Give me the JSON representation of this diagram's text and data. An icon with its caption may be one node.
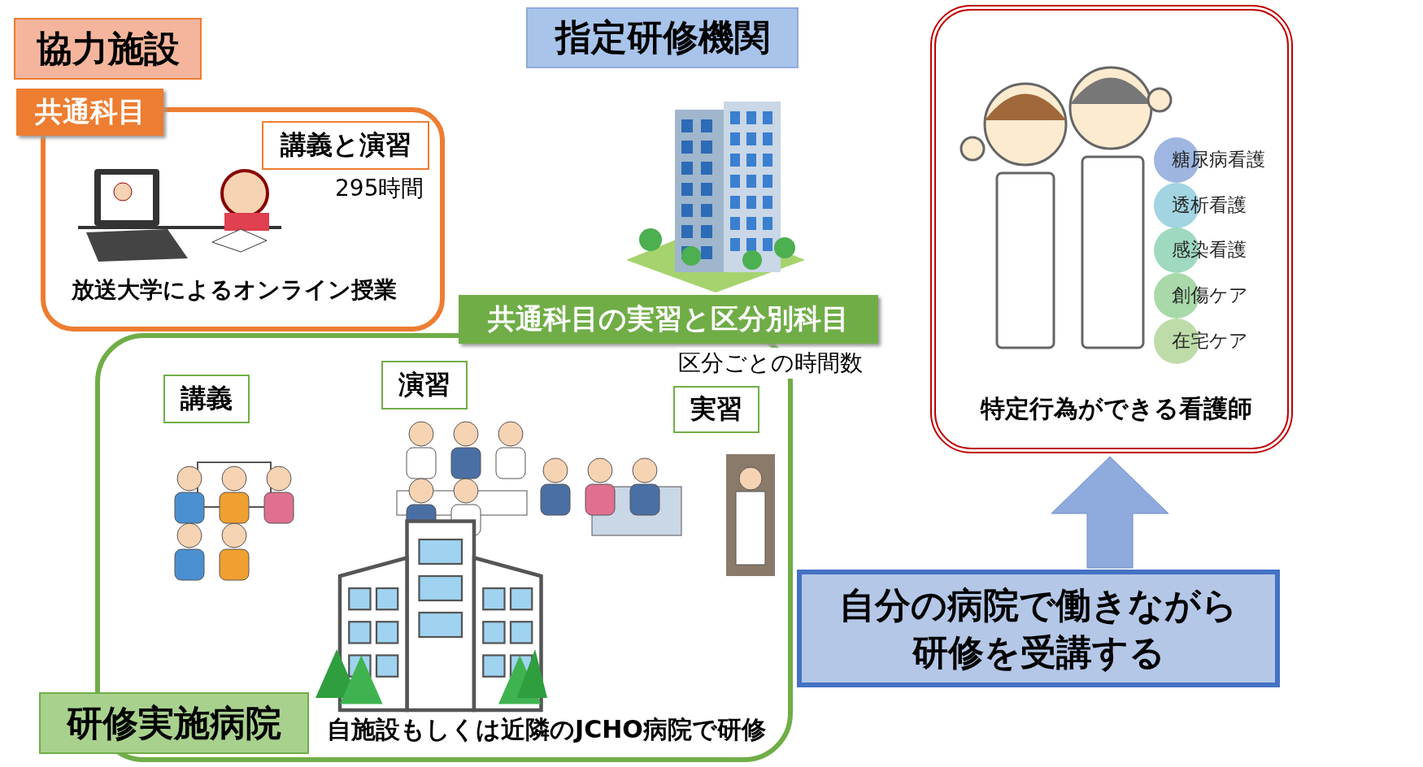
{
  "diagram": {
    "nodes": [
      {
        "text": [
          "協力施設"
        ]
      },
      {
        "text": [
          "共通科目",
          "放送大学によるオンライン授業"
        ]
      },
      {
        "text": [
          "講義と演習"
        ],
        "in": 1,
        "beside": [
          "295時間"
        ]
      },
      {
        "text": [
          "指定研修機関"
        ]
      },
      {
        "text": [
          "共通科目の実習と区分別科目",
          "研修実施病院",
          "自施設もしくは近隣のJCHO病院で研修"
        ]
      },
      {
        "text": [
          "講義"
        ],
        "in": 4
      },
      {
        "text": [
          "演習"
        ],
        "in": 4
      },
      {
        "text": [
          "実習"
        ],
        "in": 4,
        "beside": [
          "区分ごとの時間数"
        ]
      },
      {
        "text": [
          "特定行為ができる看護師"
        ]
      },
      {
        "text": [
          "糖尿病看護"
        ],
        "in": 8
      },
      {
        "text": [
          "透析看護"
        ],
        "in": 8
      },
      {
        "text": [
          "感染看護"
        ],
        "in": 8
      },
      {
        "text": [
          "創傷ケア"
        ],
        "in": 8
      },
      {
        "text": [
          "在宅ケア"
        ],
        "in": 8
      },
      {
        "text": [
          "自分の病院で働きながら研修を受講する"
        ]
      }
    ],
    "edges": [
      {
        "from": 14,
        "to": 8,
        "arrow": "to"
      }
    ]
  }
}
